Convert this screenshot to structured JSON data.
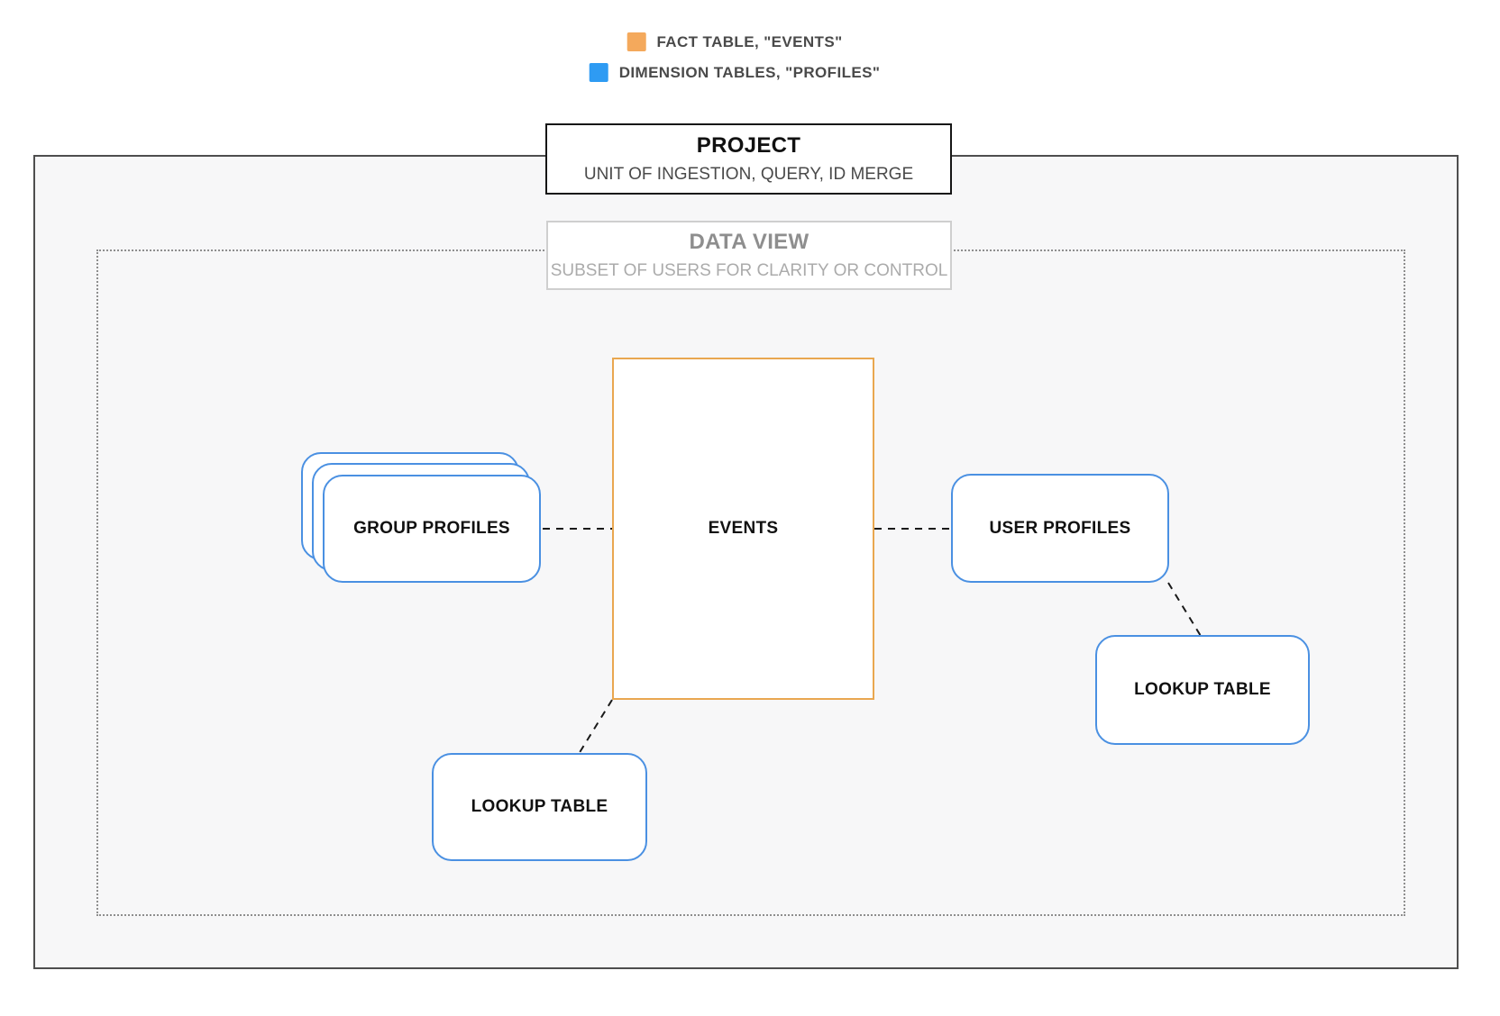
{
  "legend": {
    "items": [
      {
        "label": "FACT TABLE, \"EVENTS\"",
        "type": "fact"
      },
      {
        "label": "DIMENSION TABLES, \"PROFILES\"",
        "type": "dimension"
      }
    ]
  },
  "project": {
    "title": "PROJECT",
    "subtitle": "UNIT OF INGESTION, QUERY, ID MERGE"
  },
  "data_view": {
    "title": "DATA VIEW",
    "subtitle": "SUBSET OF USERS FOR CLARITY OR CONTROL"
  },
  "nodes": {
    "events": {
      "label": "EVENTS",
      "type": "fact"
    },
    "group_profiles": {
      "label": "GROUP PROFILES",
      "type": "dimension"
    },
    "user_profiles": {
      "label": "USER PROFILES",
      "type": "dimension"
    },
    "lookup_table_left": {
      "label": "LOOKUP TABLE",
      "type": "dimension"
    },
    "lookup_table_right": {
      "label": "LOOKUP TABLE",
      "type": "dimension"
    }
  },
  "colors": {
    "fact_orange": "#F4A95C",
    "dimension_blue": "#2E9BF3",
    "node_border_blue": "#4A90E2",
    "events_border_orange": "#E9A750",
    "connector_black": "#1A1A1A"
  }
}
